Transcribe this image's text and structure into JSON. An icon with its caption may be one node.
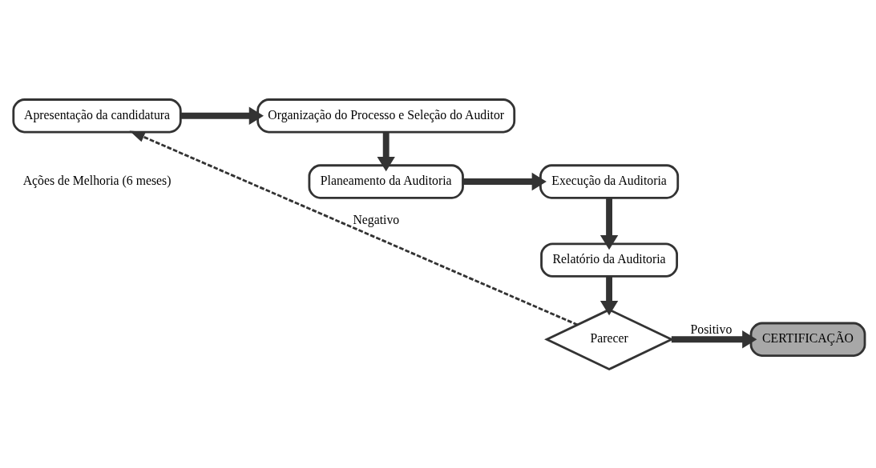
{
  "diagram": {
    "nodes": [
      {
        "text": [
          "Apresentação da candidatura"
        ]
      },
      {
        "text": [
          "Organização do Processo e Seleção do Auditor"
        ]
      },
      {
        "text": [
          "Planeamento da Auditoria"
        ]
      },
      {
        "text": [
          "Execução da Auditoria"
        ]
      },
      {
        "text": [
          "Relatório da Auditoria"
        ]
      },
      {
        "text": [
          "Parecer"
        ]
      },
      {
        "text": [
          "CERTIFICAÇÃO"
        ]
      }
    ],
    "edges": [
      {
        "from": 0,
        "to": 1,
        "arrow": "to"
      },
      {
        "from": 1,
        "to": 2,
        "arrow": "to"
      },
      {
        "from": 2,
        "to": 3,
        "arrow": "to"
      },
      {
        "from": 3,
        "to": 4,
        "arrow": "to"
      },
      {
        "from": 4,
        "to": 5,
        "arrow": "to"
      },
      {
        "from": 5,
        "to": 6,
        "arrow": "to",
        "label": "Positivo"
      },
      {
        "from": 5,
        "to": 0,
        "arrow": "to",
        "label": "Negativo",
        "style": "dashed"
      }
    ],
    "labels": [
      "Ações de Melhoria (6 meses)"
    ]
  }
}
